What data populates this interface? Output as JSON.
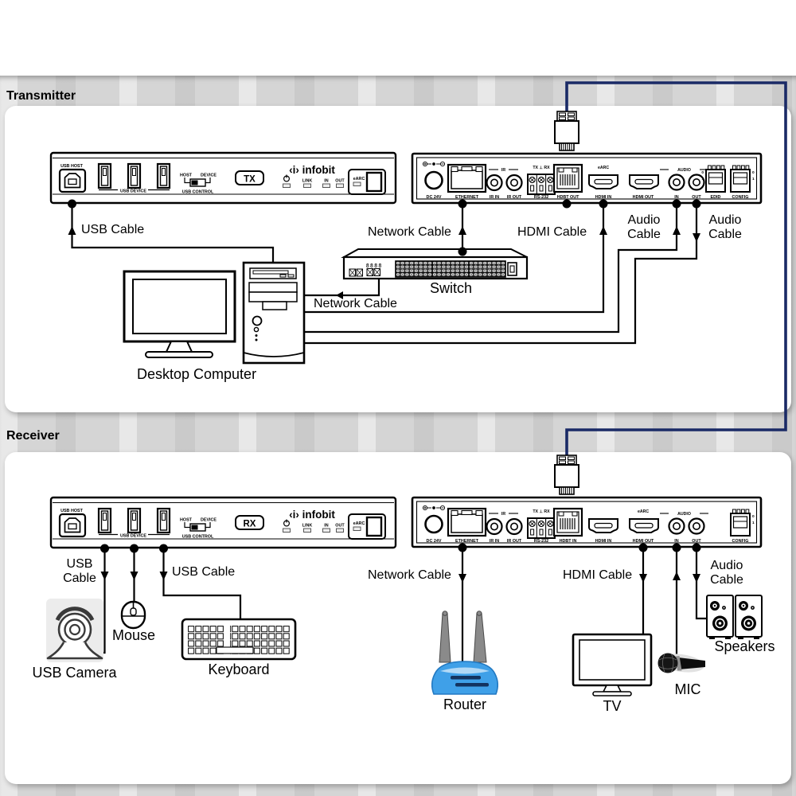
{
  "sections": {
    "transmitter": "Transmitter",
    "receiver": "Receiver"
  },
  "front_panel": {
    "usb_host": "USB HOST",
    "usb_device": "USB DEVICE",
    "host": "HOST",
    "device": "DEVICE",
    "usb_control": "USB CONTROL",
    "logo": "‹i› infobit",
    "link": "LINK",
    "led_in": "IN",
    "led_out": "OUT",
    "earc": "eARC",
    "tx_badge": "TX",
    "rx_badge": "RX"
  },
  "tx_rear": {
    "dc": "DC 24V",
    "ethernet": "ETHERNET",
    "ir": "IR",
    "ir_in": "IR IN",
    "ir_out": "IR OUT",
    "rs232_pins": "TX ⊥ RX",
    "rs232": "RS-232",
    "hdbt": "HDBT OUT",
    "earc": "eARC",
    "hdmi_in": "HDMI IN",
    "hdmi_out": "HDMI OUT",
    "audio": "AUDIO",
    "audio_in": "IN",
    "audio_out": "OUT",
    "edid": "EDID",
    "config": "CONFIG",
    "dip_zero": "0",
    "dip_one": "1"
  },
  "rx_rear": {
    "dc": "DC 24V",
    "ethernet": "ETHERNET",
    "ir": "IR",
    "ir_in": "IR IN",
    "ir_out": "IR OUT",
    "rs232_pins": "TX ⊥ RX",
    "rs232": "RS-232",
    "hdbt": "HDBT IN",
    "earc": "eARC",
    "hdmi_in": "HDMI IN",
    "hdmi_out": "HDMI OUT",
    "audio": "AUDIO",
    "audio_in": "IN",
    "audio_out": "OUT",
    "config": "CONFIG",
    "dip_zero": "0",
    "dip_one": "1"
  },
  "cables": {
    "tx_usb": "USB Cable",
    "tx_network_switch": "Network Cable",
    "tx_network_pc": "Network Cable",
    "tx_hdmi": "HDMI Cable",
    "tx_audio_in": "Audio Cable",
    "tx_audio_out": "Audio Cable",
    "rx_usb_left": "USB Cable",
    "rx_usb_right": "USB Cable",
    "rx_network": "Network Cable",
    "rx_hdmi": "HDMI Cable",
    "rx_audio": "Audio Cable"
  },
  "devices": {
    "computer": "Desktop Computer",
    "switch": "Switch",
    "switch_display": "8888",
    "usb_camera": "USB Camera",
    "mouse": "Mouse",
    "keyboard": "Keyboard",
    "router": "Router",
    "tv": "TV",
    "mic": "MIC",
    "speakers": "Speakers"
  },
  "colors": {
    "hdbt_cable": "#1a2a66",
    "router_body": "#3fa0e8"
  }
}
